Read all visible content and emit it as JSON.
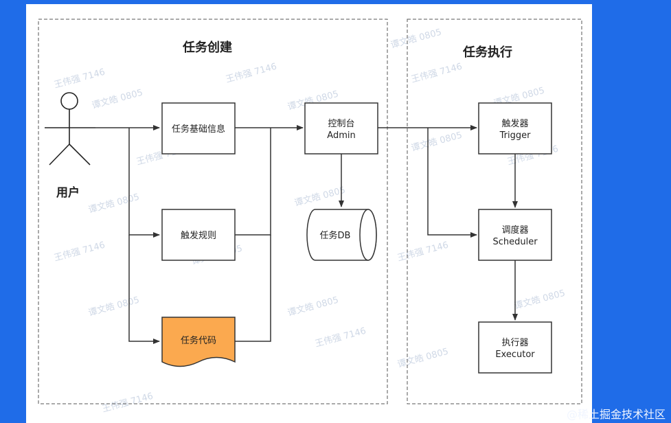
{
  "panels": {
    "creation_title": "任务创建",
    "execution_title": "任务执行"
  },
  "actor": {
    "label": "用户"
  },
  "nodes": {
    "basic_info": "任务基础信息",
    "trigger_rule": "触发规则",
    "task_code": "任务代码",
    "console_cn": "控制台",
    "console_en": "Admin",
    "task_db": "任务DB",
    "trigger_cn": "触发器",
    "trigger_en": "Trigger",
    "scheduler_cn": "调度器",
    "scheduler_en": "Scheduler",
    "executor_cn": "执行器",
    "executor_en": "Executor"
  },
  "watermarks": {
    "name": "王伟强 7146",
    "name2": "谭文皓 0805"
  },
  "footer": "@稀土掘金技术社区",
  "colors": {
    "background": "#1f6ce8",
    "task_code_fill": "#fba94f",
    "line": "#333333"
  }
}
